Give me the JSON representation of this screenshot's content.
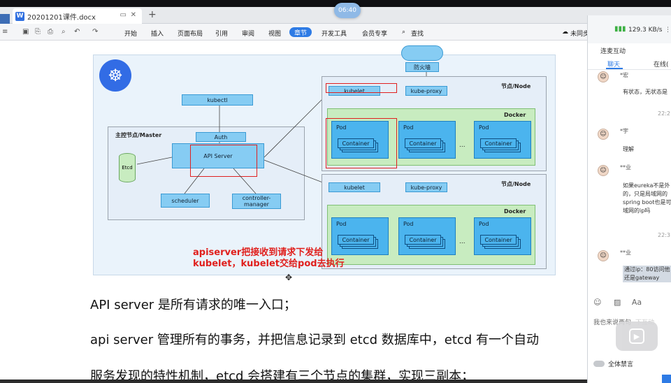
{
  "window": {
    "time": "06:40"
  },
  "tab": {
    "title": "20201201课件.docx",
    "new_tab_icon": "plus-icon"
  },
  "menu": {
    "items": [
      "开始",
      "插入",
      "页面布局",
      "引用",
      "审阅",
      "视图",
      "章节",
      "开发工具",
      "会员专享",
      "查找"
    ],
    "right_label": "未同步"
  },
  "diagram": {
    "top_label": "防火墙",
    "kubectl": "kubectl",
    "master_label": "主控节点/Master",
    "auth": "Auth",
    "api_server": "API Server",
    "etcd": "Etcd",
    "scheduler": "scheduler",
    "controller_manager": "controller-manager",
    "node_label": "节点/Node",
    "docker_label": "Docker",
    "kubelet": "kubelet",
    "kube_proxy": "kube-proxy",
    "pod": "Pod",
    "container": "Container",
    "ellipsis": "..."
  },
  "annotation": {
    "line1": "apiserver把接收到请求下发给",
    "line2": "kubelet，kubelet交给pod去执行"
  },
  "paragraphs": [
    "API server 是所有请求的唯一入口；",
    "api server 管理所有的事务，并把信息记录到 etcd 数据库中，etcd 有一个自动",
    "服务发现的特性机制，etcd 会搭建有三个节点的集群，实现三副本；"
  ],
  "chat": {
    "network": "129.3 KB/s",
    "subtitle": "连麦互动",
    "tabs": [
      "聊天",
      "在线("
    ],
    "messages": [
      {
        "user": "*宏",
        "text": [
          "有状态，无状态是"
        ],
        "time": "22:2"
      },
      {
        "user": "*宇",
        "text": [
          "理解"
        ],
        "time": ""
      },
      {
        "user": "**业",
        "text": [
          "如果eureka不是外",
          "的，只是局域网的",
          "spring boot也是可",
          "域网的ip吗"
        ],
        "time": "22:3"
      },
      {
        "user": "**业",
        "text": [
          "通过ip：80访问他",
          "还是gateway"
        ],
        "time": ""
      }
    ],
    "input_placeholder": "我也来说两句",
    "input_overlay": "下互动",
    "mute_label": "全体禁言"
  }
}
